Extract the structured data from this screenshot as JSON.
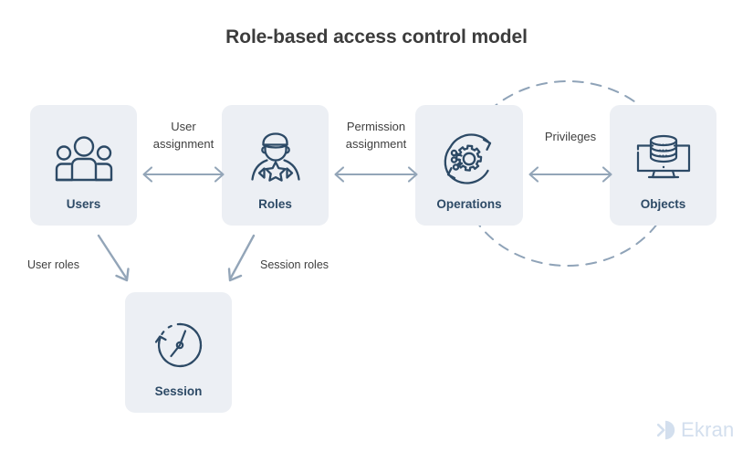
{
  "page": {
    "title": "Role-based access control model",
    "background": "#ffffff",
    "box_fill": "#eceff4",
    "icon_color": "#2d4a66",
    "label_color": "#2d4a66",
    "arrow_color": "#93a5b8",
    "dash_color": "#8fa3b8",
    "text_color": "#3f3f3f"
  },
  "nodes": [
    {
      "id": "users",
      "label": "Users",
      "icon": "users-group-icon"
    },
    {
      "id": "roles",
      "label": "Roles",
      "icon": "role-badge-person-icon"
    },
    {
      "id": "operations",
      "label": "Operations",
      "icon": "gear-cycle-icon"
    },
    {
      "id": "objects",
      "label": "Objects",
      "icon": "database-monitor-icon"
    },
    {
      "id": "session",
      "label": "Session",
      "icon": "clock-rotate-icon"
    }
  ],
  "connectors": [
    {
      "id": "user-assignment",
      "line1": "User",
      "line2": "assignment",
      "arrow": "double-arrow-horizontal"
    },
    {
      "id": "permission-assignment",
      "line1": "Permission",
      "line2": "assignment",
      "arrow": "double-arrow-horizontal"
    },
    {
      "id": "privileges",
      "line1": "Privileges",
      "line2": "",
      "arrow": "double-arrow-horizontal"
    }
  ],
  "diagonals": [
    {
      "id": "user-roles",
      "label": "User roles",
      "arrow": "arrow-down-right"
    },
    {
      "id": "session-roles",
      "label": "Session roles",
      "arrow": "arrow-down-left"
    }
  ],
  "grouping": {
    "name": "privileges-grouping-ellipse",
    "style": "dashed",
    "encloses": "Operations and Objects"
  },
  "logo": {
    "text": "Ekran",
    "mark": "ekran-chevron-mark",
    "color": "#d3dfee"
  }
}
